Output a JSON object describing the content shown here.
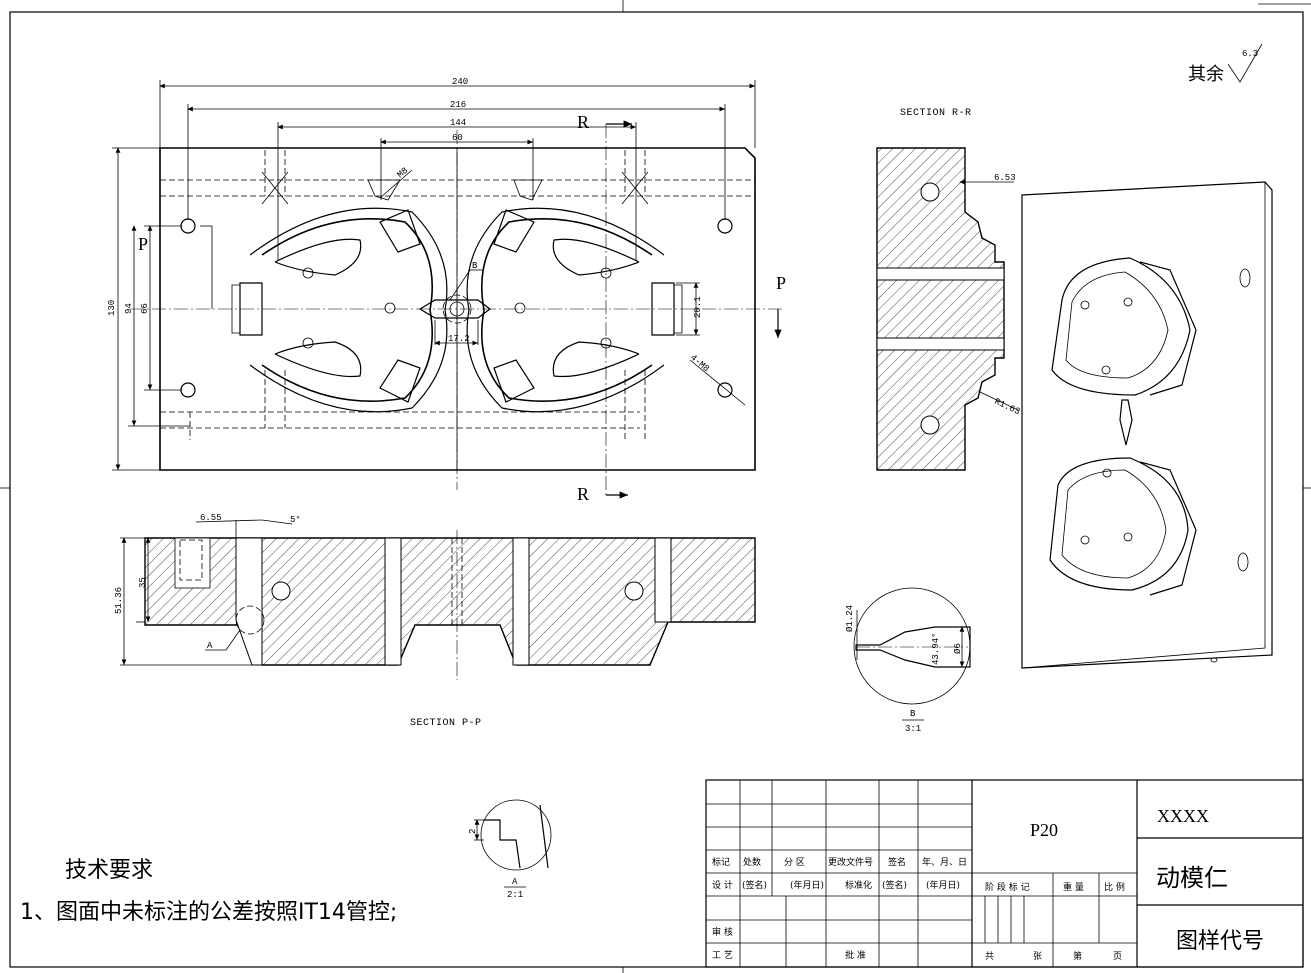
{
  "roughness_note": {
    "prefix": "其余",
    "value": "6.3"
  },
  "top_view": {
    "dims": {
      "d240": "240",
      "d216": "216",
      "d144": "144",
      "d60": "60",
      "d130": "130",
      "d94": "94",
      "d66": "66",
      "d20": "20.1",
      "d17": "17.2"
    },
    "labels": {
      "r_top": "R",
      "r_bottom": "R",
      "p_left": "P",
      "p_right": "P",
      "m8": "M8",
      "m8x4": "4-M8",
      "b": "B"
    }
  },
  "section_pp": {
    "title": "SECTION P-P",
    "dims": {
      "d655": "6.55",
      "d5deg": "5°",
      "d3536": "51.36",
      "d35": "35"
    },
    "labels": {
      "a": "A"
    }
  },
  "section_rr": {
    "title": "SECTION R-R",
    "dims": {
      "d653": "6.53",
      "r163": "R1.63"
    }
  },
  "detail_b": {
    "label": "B",
    "scale": "3:1",
    "dims": {
      "d124": "Ø1.24",
      "d4394": "43.94°",
      "d6": "Ø6"
    }
  },
  "detail_a": {
    "label": "A",
    "scale": "2:1",
    "dim": "2"
  },
  "tech": {
    "heading": "技术要求",
    "item1": "1、图面中未标注的公差按照IT14管控;"
  },
  "title_block": {
    "material": "P20",
    "code": "XXXX",
    "part_name": "动模仁",
    "drawing_no_label": "图样代号",
    "row_headers": [
      "标记",
      "处数",
      "分 区",
      "更改文件号",
      "签名",
      "年、月、日"
    ],
    "row_design": [
      "设 计",
      "(签名)",
      "(年月日)",
      "标准化",
      "(签名)",
      "(年月日)"
    ],
    "review": "审 核",
    "process": "工 艺",
    "approve": "批 准",
    "stage": [
      "阶 段 标 记",
      "重 量",
      "比 例"
    ],
    "sheets": [
      "共",
      "张",
      "第",
      "页"
    ]
  }
}
